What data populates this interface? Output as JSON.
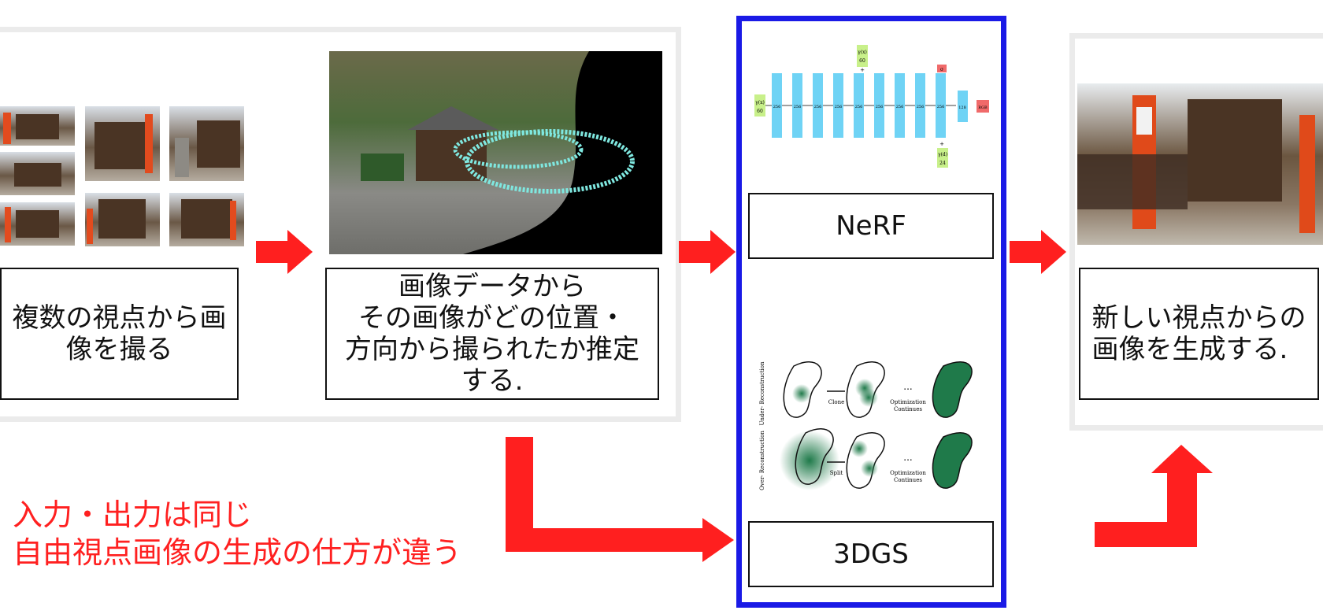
{
  "colors": {
    "arrow_red": "#ff1f1f",
    "frame_blue": "#1a1ae6",
    "panel_gray": "#ebebeb",
    "nerf_layer": "#6fd3f5",
    "nerf_input": "#c8f08a",
    "nerf_output": "#f06a6a",
    "gaussian_green": "#1f7a4a"
  },
  "steps": {
    "capture_label": "複数の視点から画\n像を撮る",
    "pose_label": "画像データから\nその画像がどの位置・\n方向から撮られたか推定\nする.",
    "nerf_label": "NeRF",
    "gs_label": "3DGS",
    "render_label": "新しい視点からの\n画像を生成する."
  },
  "note": "入力・出力は同じ\n自由視点画像の生成の仕方が違う",
  "nerf_figure": {
    "input_x": "γ(x)",
    "input_x_dim": "60",
    "skip_top": "γ(x)",
    "skip_top_dim": "60",
    "sigma": "σ",
    "dir_label": "γ(d)",
    "dir_dim": "24",
    "layer_dims": [
      "256",
      "256",
      "256",
      "256",
      "256",
      "256",
      "256",
      "256",
      "256"
    ],
    "small_dim": "128",
    "rgb": "RGB",
    "plus": "+"
  },
  "gs_figure": {
    "row1_label": "Under-\nReconstruction",
    "row2_label": "Over-\nReconstruction",
    "clone": "Clone",
    "split": "Split",
    "ellipsis": "...",
    "opt1": "Optimization",
    "opt2": "Continues"
  }
}
